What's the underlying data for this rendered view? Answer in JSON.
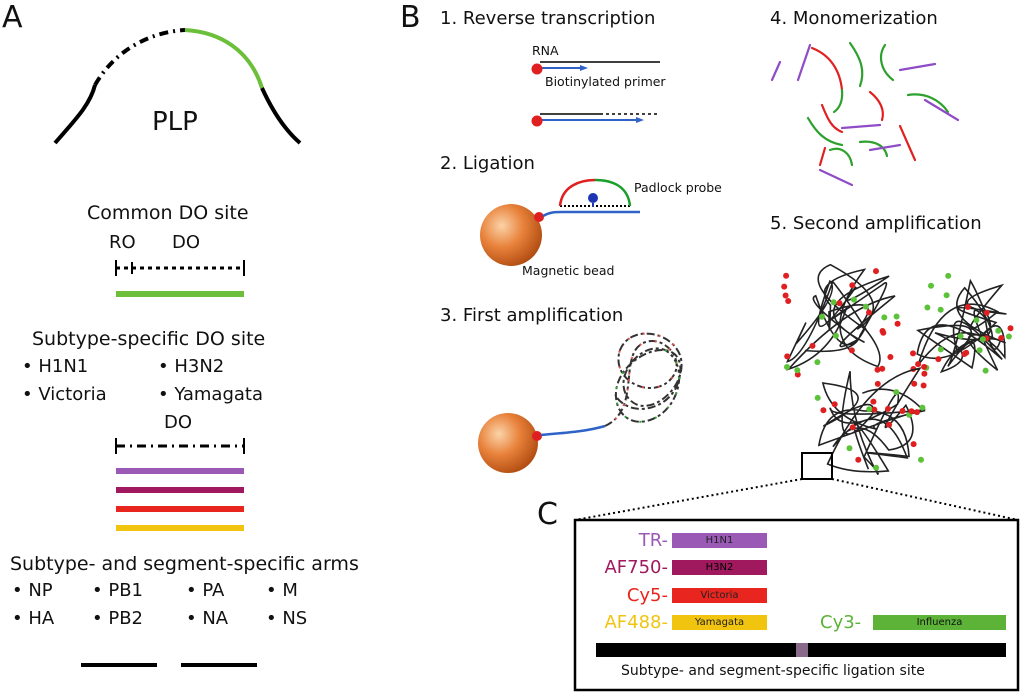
{
  "panels": {
    "a": "A",
    "b": "B",
    "c": "C"
  },
  "plp": {
    "label": "PLP"
  },
  "common_do": {
    "title": "Common DO site",
    "ro": "RO",
    "do": "DO"
  },
  "subtype_do": {
    "title": "Subtype-specific DO site",
    "items": [
      "• H1N1",
      "• H3N2",
      "• Victoria",
      "• Yamagata"
    ],
    "do": "DO",
    "bar_colors": [
      "#9b59b6",
      "#a0195e",
      "#e8251e",
      "#f1c40f"
    ]
  },
  "arms": {
    "title": "Subtype- and segment-specific arms",
    "items": [
      "• NP",
      "• PB1",
      "• PA",
      "• M",
      "• HA",
      "• PB2",
      "• NA",
      "• NS"
    ]
  },
  "steps": {
    "s1": "1. Reverse transcription",
    "s2": "2. Ligation",
    "s3": "3. First amplification",
    "s4": "4. Monomerization",
    "s5": "5. Second amplification"
  },
  "annotations": {
    "rna": "RNA",
    "primer": "Biotinylated primer",
    "padlock": "Padlock probe",
    "bead": "Magnetic bead"
  },
  "panel_c": {
    "probes": [
      {
        "dye": "TR-",
        "target": "H1N1",
        "dye_color": "#9b59b6",
        "bar_color": "#9b59b6"
      },
      {
        "dye": "AF750-",
        "target": "H3N2",
        "dye_color": "#a0195e",
        "bar_color": "#a0195e"
      },
      {
        "dye": "Cy5-",
        "target": "Victoria",
        "dye_color": "#e8251e",
        "bar_color": "#e8251e"
      },
      {
        "dye": "AF488-",
        "target": "Yamagata",
        "dye_color": "#f1c40f",
        "bar_color": "#f1c40f"
      }
    ],
    "common": {
      "dye": "Cy3-",
      "target": "Influenza",
      "color": "#5cb338"
    },
    "site": "Subtype- and segment-specific ligation site"
  }
}
